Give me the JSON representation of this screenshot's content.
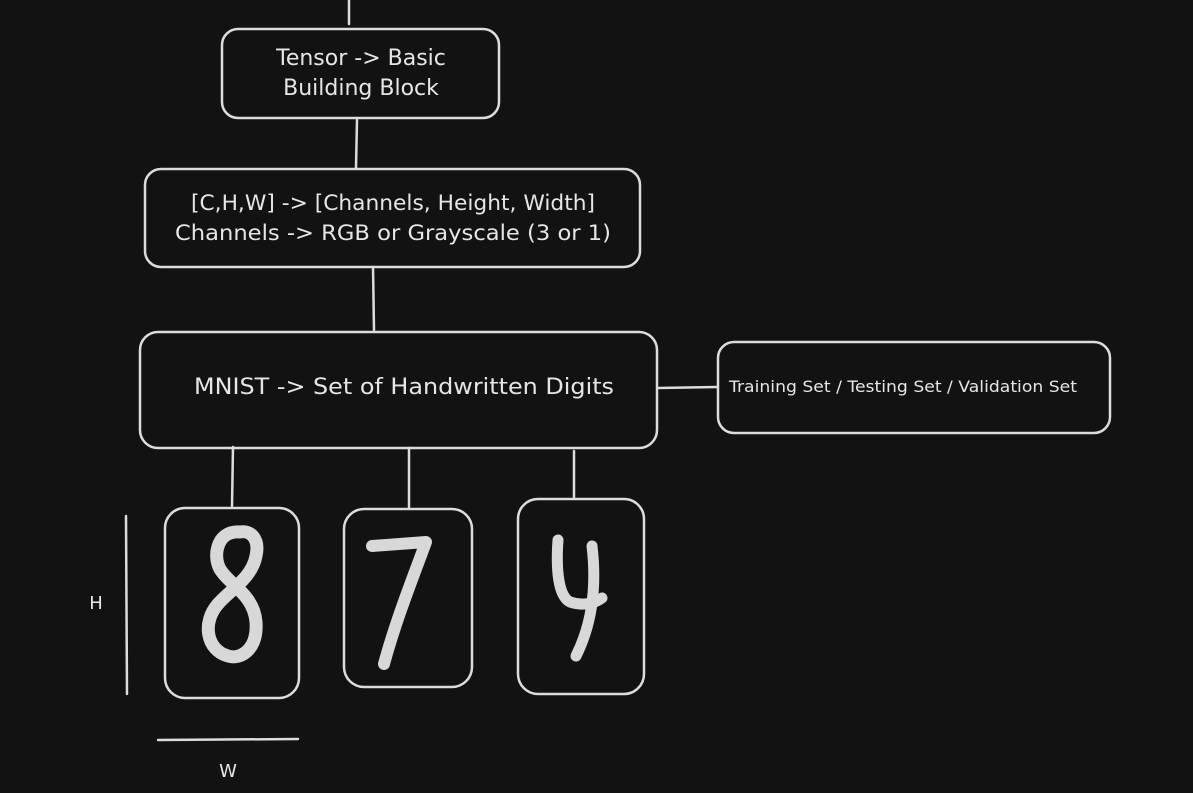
{
  "diagram": {
    "nodes": {
      "tensor": {
        "line1": "Tensor -> Basic",
        "line2": "Building Block"
      },
      "chw": {
        "line1": "[C,H,W] -> [Channels, Height, Width]",
        "line2": "Channels -> RGB or Grayscale (3 or 1)"
      },
      "mnist": {
        "label": "MNIST -> Set of Handwritten Digits"
      },
      "sets": {
        "label": "Training Set / Testing Set / Validation Set"
      }
    },
    "digits": [
      "8",
      "7",
      "4"
    ],
    "dimensions": {
      "height_label": "H",
      "width_label": "W"
    },
    "colors": {
      "background": "#121212",
      "stroke": "#dcdcdc",
      "digit_fill": "#d8d8d8"
    }
  }
}
